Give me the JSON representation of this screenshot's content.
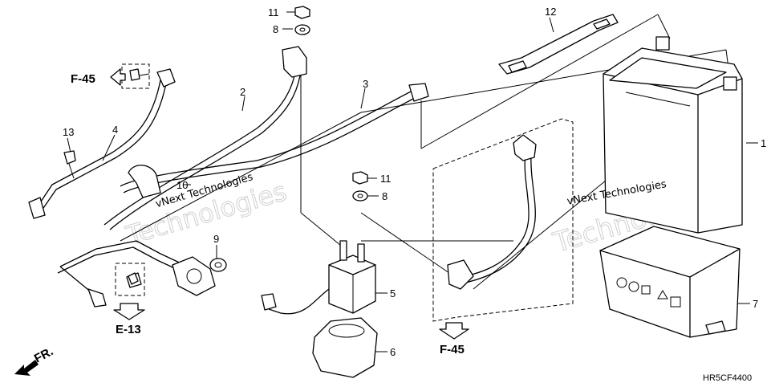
{
  "callouts": [
    {
      "id": "c1",
      "label": "1"
    },
    {
      "id": "c2",
      "label": "2"
    },
    {
      "id": "c3",
      "label": "3"
    },
    {
      "id": "c4",
      "label": "4"
    },
    {
      "id": "c5",
      "label": "5"
    },
    {
      "id": "c6",
      "label": "6"
    },
    {
      "id": "c7",
      "label": "7"
    },
    {
      "id": "c8a",
      "label": "8"
    },
    {
      "id": "c8b",
      "label": "8"
    },
    {
      "id": "c9",
      "label": "9"
    },
    {
      "id": "c10",
      "label": "10"
    },
    {
      "id": "c11a",
      "label": "11"
    },
    {
      "id": "c11b",
      "label": "11"
    },
    {
      "id": "c12",
      "label": "12"
    },
    {
      "id": "c13",
      "label": "13"
    }
  ],
  "references": {
    "f45_top": "F-45",
    "f45_bottom": "F-45",
    "e13": "E-13"
  },
  "front_label": "FR.",
  "diagram_code": "HR5CF4400",
  "watermark": {
    "line1": "vNext Technologies",
    "line2": "Technologies"
  }
}
